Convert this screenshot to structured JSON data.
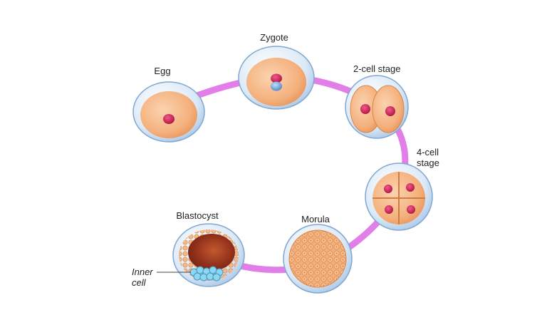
{
  "stages": [
    {
      "id": "egg",
      "label": "Egg"
    },
    {
      "id": "zygote",
      "label": "Zygote"
    },
    {
      "id": "two_cell",
      "label": "2-cell stage"
    },
    {
      "id": "four_cell",
      "label_line1": "4-cell",
      "label_line2": "stage"
    },
    {
      "id": "morula",
      "label": "Morula"
    },
    {
      "id": "blastocyst",
      "label": "Blastocyst"
    }
  ],
  "annotation": {
    "line1": "Inner",
    "line2": "cell"
  },
  "colors": {
    "path": "#e27ee8",
    "cell_fill": "#f6b98a",
    "cell_core": "#f1a66b",
    "zona": "#cfe3f6",
    "zona_edge": "#7fa7cf",
    "nucleus": "#d4235a",
    "nucleus_blue": "#6aa3dd",
    "blastocoel": "#8b2e1a",
    "inner_cells": "#7fd0ee"
  }
}
